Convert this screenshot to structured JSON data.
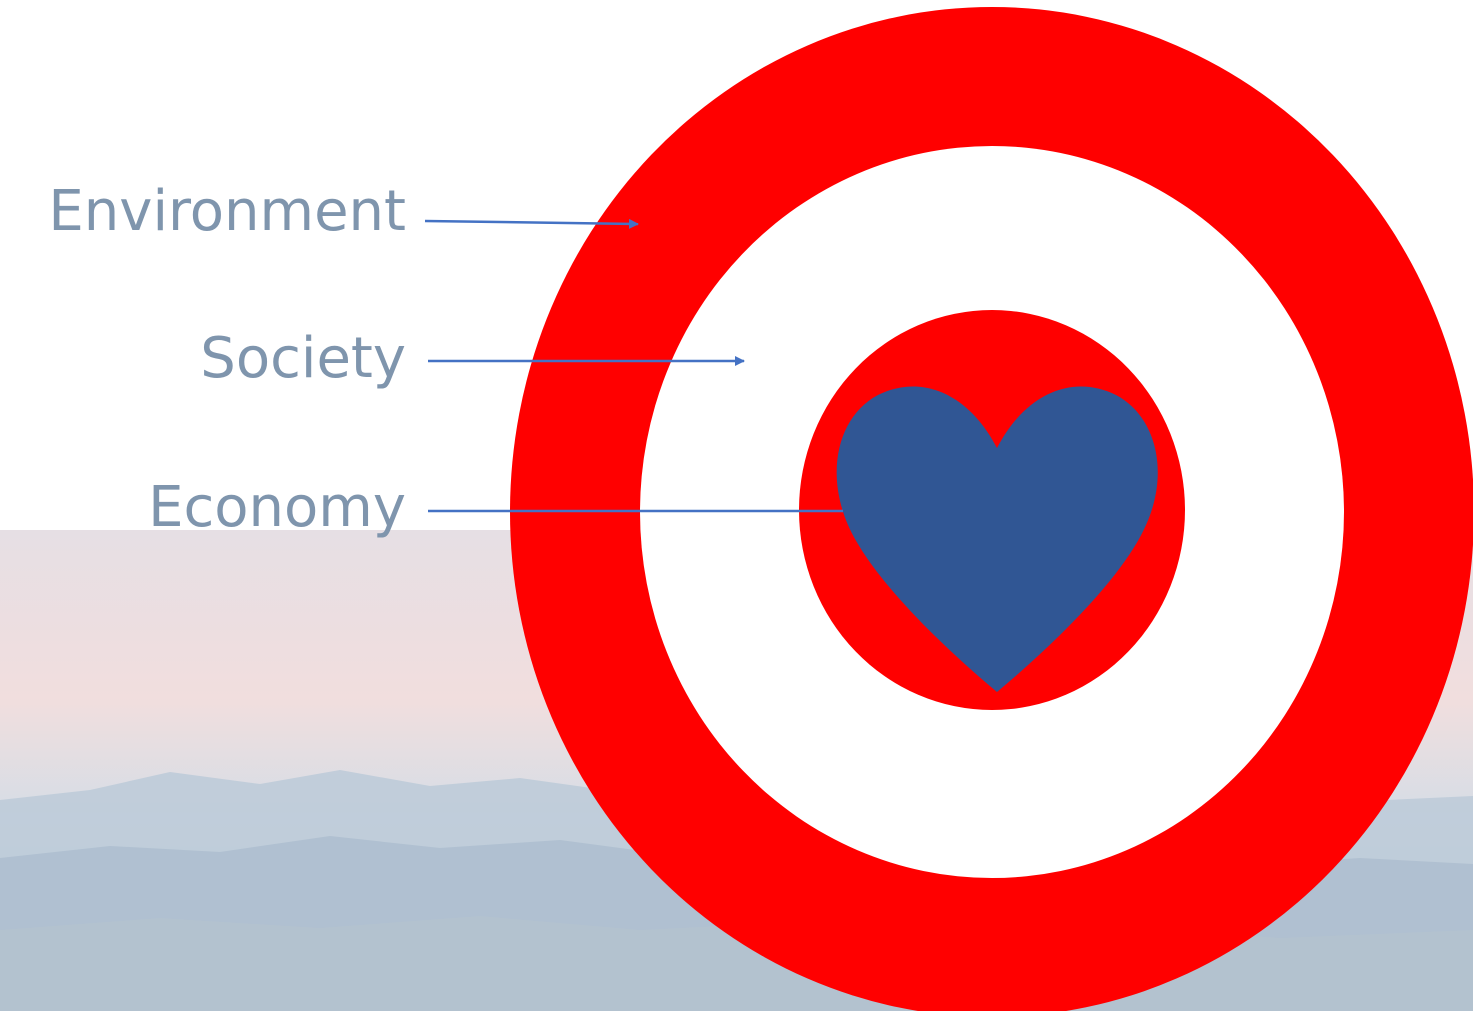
{
  "labels": {
    "environment": "Environment",
    "society": "Society",
    "economy": "Economy"
  },
  "colors": {
    "ring": "#ff0000",
    "inner_band": "#ffffff",
    "heart": "#305694",
    "arrow": "#4472c4",
    "label_text": "#7f95ad"
  },
  "icons": {
    "center": "heart-icon",
    "background": "mountain-landscape"
  }
}
